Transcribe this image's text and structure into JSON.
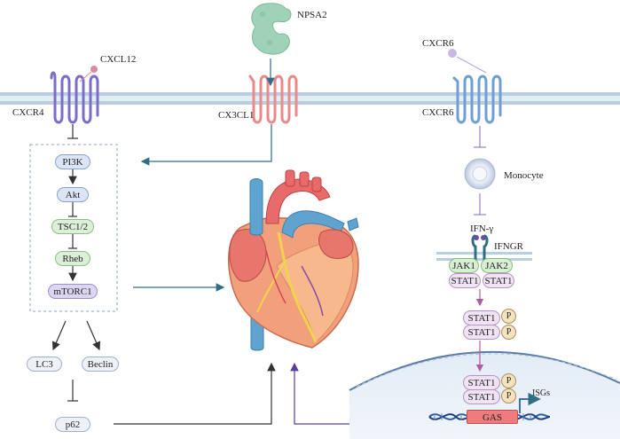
{
  "labels": {
    "npsa2": "NPSA2",
    "cxcl12": "CXCL12",
    "cxcr4": "CXCR4",
    "cx3cl1": "CX3CL1",
    "cxcr6_ligand": "CXCR6",
    "cxcr6": "CXCR6",
    "monocyte": "Monocyte",
    "ifn_gamma": "IFN-γ",
    "ifngr": "IFNGR",
    "isgs": "ISGs"
  },
  "pathway": {
    "pi3k": "PI3K",
    "akt": "Akt",
    "tsc": "TSC1/2",
    "rheb": "Rheb",
    "mtorc1": "mTORC1",
    "lc3": "LC3",
    "beclin": "Beclin",
    "p62": "p62"
  },
  "signaling": {
    "jak1": "JAK1",
    "jak2": "JAK2",
    "stat1": "STAT1",
    "phospho": "P",
    "gas": "GAS"
  },
  "colors": {
    "membrane": "#b9cfe0",
    "arrow_teal": "#2f6f86",
    "cxcr4_receptor": "#8a79d2",
    "cx3cl1_receptor": "#e98a8a",
    "cxcr6_receptor": "#6f9fd0",
    "nucleus": "#e7eff8"
  },
  "icons": [
    "heart-icon",
    "npsa2-protein-icon",
    "monocyte-icon",
    "dna-icon"
  ]
}
